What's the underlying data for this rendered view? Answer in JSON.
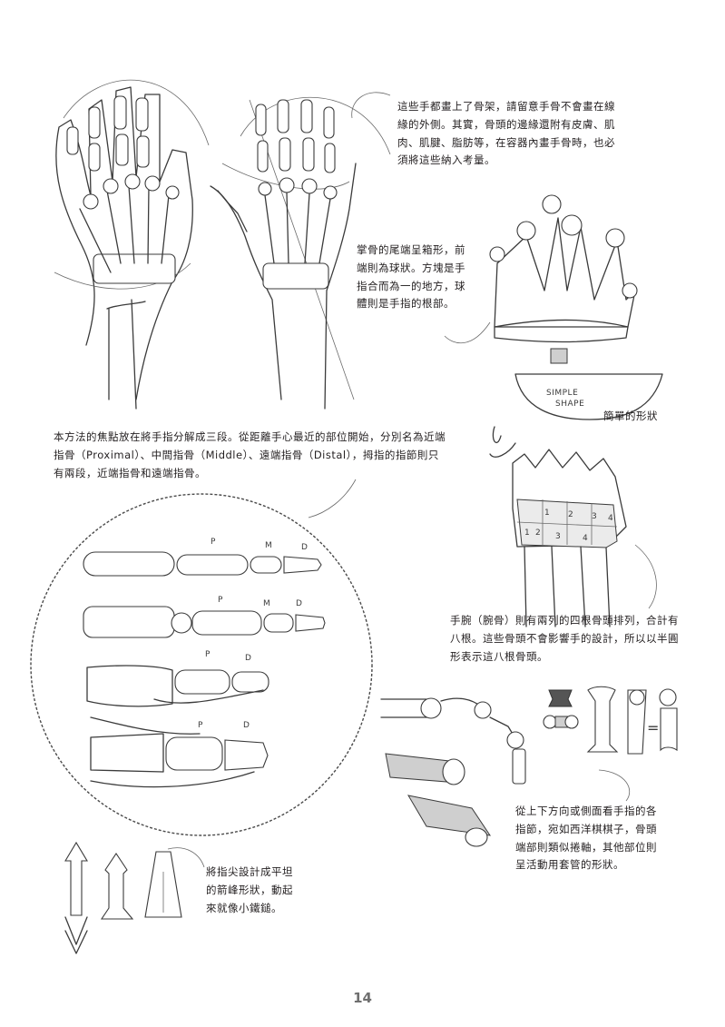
{
  "page": {
    "number": "14",
    "text_color": "#231f20"
  },
  "notes": {
    "skeleton_outline": "這些手都畫上了骨架，請留意手骨不會畫在線\n緣的外側。其實，骨頭的邊緣還附有皮膚、肌\n肉、肌腱、脂肪等，在容器內畫手骨時，也必\n須將這些納入考量。",
    "metacarpal": "掌骨的尾端呈箱形，前\n端則為球狀。方塊是手\n指合而為一的地方，球\n體則是手指的根部。",
    "simple_shape_caption": "簡單的形狀",
    "finger_segments": "本方法的焦點放在將手指分解成三段。從距離手心最近的部位開始，分別名為近端\n指骨（Proximal）、中間指骨（Middle）、遠端指骨（Distal），拇指的指節則只\n有兩段，近端指骨和遠端指骨。",
    "wrist_carpals": "手腕（腕骨）則有兩列的四根骨頭排列，合計有\n八根。這些骨頭不會影響手的設計，所以以半圓\n形表示這八根骨頭。",
    "knuckle_joints": "從上下方向或側面看手指的各\n指節，宛如西洋棋棋子，骨頭\n端部則類似捲軸，其他部位則\n呈活動用套管的形狀。",
    "fingertip_arrow": "將指尖設計成平坦\n的箭峰形狀，動起\n來就像小鐵鎚。"
  },
  "sketch_labels": {
    "simple_shape_line1": "SIMPLE",
    "simple_shape_line2": "SHAPE",
    "row1": [
      "P",
      "M",
      "D"
    ],
    "row2": [
      "P",
      "M",
      "D"
    ],
    "row3": [
      "P",
      "D"
    ],
    "row4": [
      "P",
      "D"
    ],
    "carpal_numbers": [
      "1",
      "2",
      "3",
      "4",
      "1",
      "2",
      "3",
      "4"
    ],
    "equals": "="
  },
  "illustrations": {
    "hand_skeleton_front": "hand-skeleton-front-sketch",
    "hand_skeleton_raised": "hand-skeleton-raised-sketch",
    "crown_metacarpals": "crown-metacarpal-diagram",
    "wrist_carpals": "wrist-carpal-diagram",
    "finger_bones_circle": "finger-bone-segments-circle",
    "joint_chess_pieces": "joint-chess-piece-diagram",
    "fingertip_arrows": "fingertip-arrowhead-sketch"
  }
}
